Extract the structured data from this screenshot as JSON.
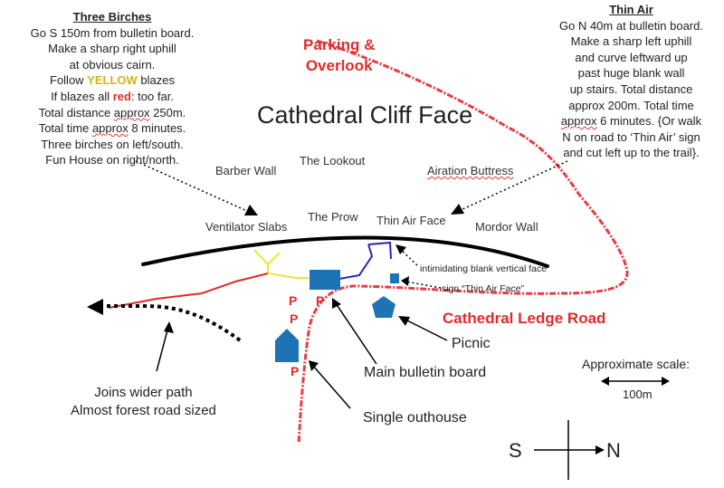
{
  "title": "Cathedral Cliff Face",
  "three_birches": {
    "heading": "Three Birches",
    "line1": "Go S 150m from bulletin board.",
    "line2": "Make a sharp right uphill",
    "line3": "at obvious cairn.",
    "line4_pre": "Follow ",
    "line4_highlight": "YELLOW",
    "line4_post": " blazes",
    "line5_pre": "If blazes all ",
    "line5_highlight": "red",
    "line5_post": ": too far.",
    "line6_pre": "Total distance ",
    "line6_squiggle": "approx",
    "line6_post": " 250m.",
    "line7_pre": "Total time ",
    "line7_squiggle": "approx",
    "line7_post": " 8 minutes.",
    "line8": "Three birches on left/south.",
    "line9": "Fun House on right/north."
  },
  "thin_air": {
    "heading": "Thin Air",
    "line1": "Go N 40m at bulletin board.",
    "line2": "Make a sharp left uphill",
    "line3": "and curve leftward up",
    "line4": "past huge blank wall",
    "line5": "up stairs. Total distance",
    "line6": "approx 200m. Total time",
    "line7_squiggle": "approx",
    "line7_post": " 6 minutes. {Or walk",
    "line8": "N on road to ‘Thin Air’ sign",
    "line9": "and cut left up to the trail}."
  },
  "parking": {
    "line1": "Parking &",
    "line2": "Overlook"
  },
  "features": {
    "barber_wall": "Barber Wall",
    "lookout": "The Lookout",
    "airation_buttress": "Airation Buttress",
    "ventilator_slabs": "Ventilator Slabs",
    "prow": "The Prow",
    "thin_air_face": "Thin Air Face",
    "mordor_wall": "Mordor Wall"
  },
  "annotations": {
    "blank_face": "intimidating blank vertical face",
    "sign": "sign “Thin Air Face”",
    "road": "Cathedral Ledge Road",
    "picnic": "Picnic",
    "bulletin": "Main bulletin board",
    "outhouse": "Single outhouse",
    "wider_path_1": "Joins wider path",
    "wider_path_2": "Almost forest road sized",
    "scale_label": "Approximate scale:",
    "scale_value": "100m",
    "parking_marker": "P"
  },
  "compass": {
    "south": "S",
    "north": "N"
  },
  "colors": {
    "road": "#ea3b45",
    "yellow_trail": "#ece62e",
    "red_trail": "#e22a2a",
    "blue_trail": "#2a22c2",
    "facility": "#1e73b4",
    "label_red": "#e32a2a"
  }
}
